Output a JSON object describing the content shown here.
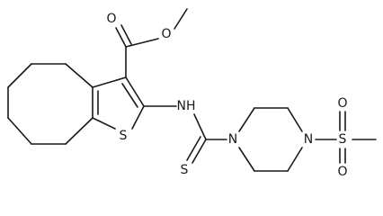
{
  "molecule": {
    "atom_labels": {
      "ester_carbonyl_o": "O",
      "ester_o": "O",
      "thiophene_s": "S",
      "amine": "NH",
      "thiocarbonyl_s": "S",
      "piperazine_n1": "N",
      "piperazine_n4": "N",
      "sulfonyl_s": "S",
      "sulfonyl_o_top": "O",
      "sulfonyl_o_bottom": "O"
    }
  }
}
